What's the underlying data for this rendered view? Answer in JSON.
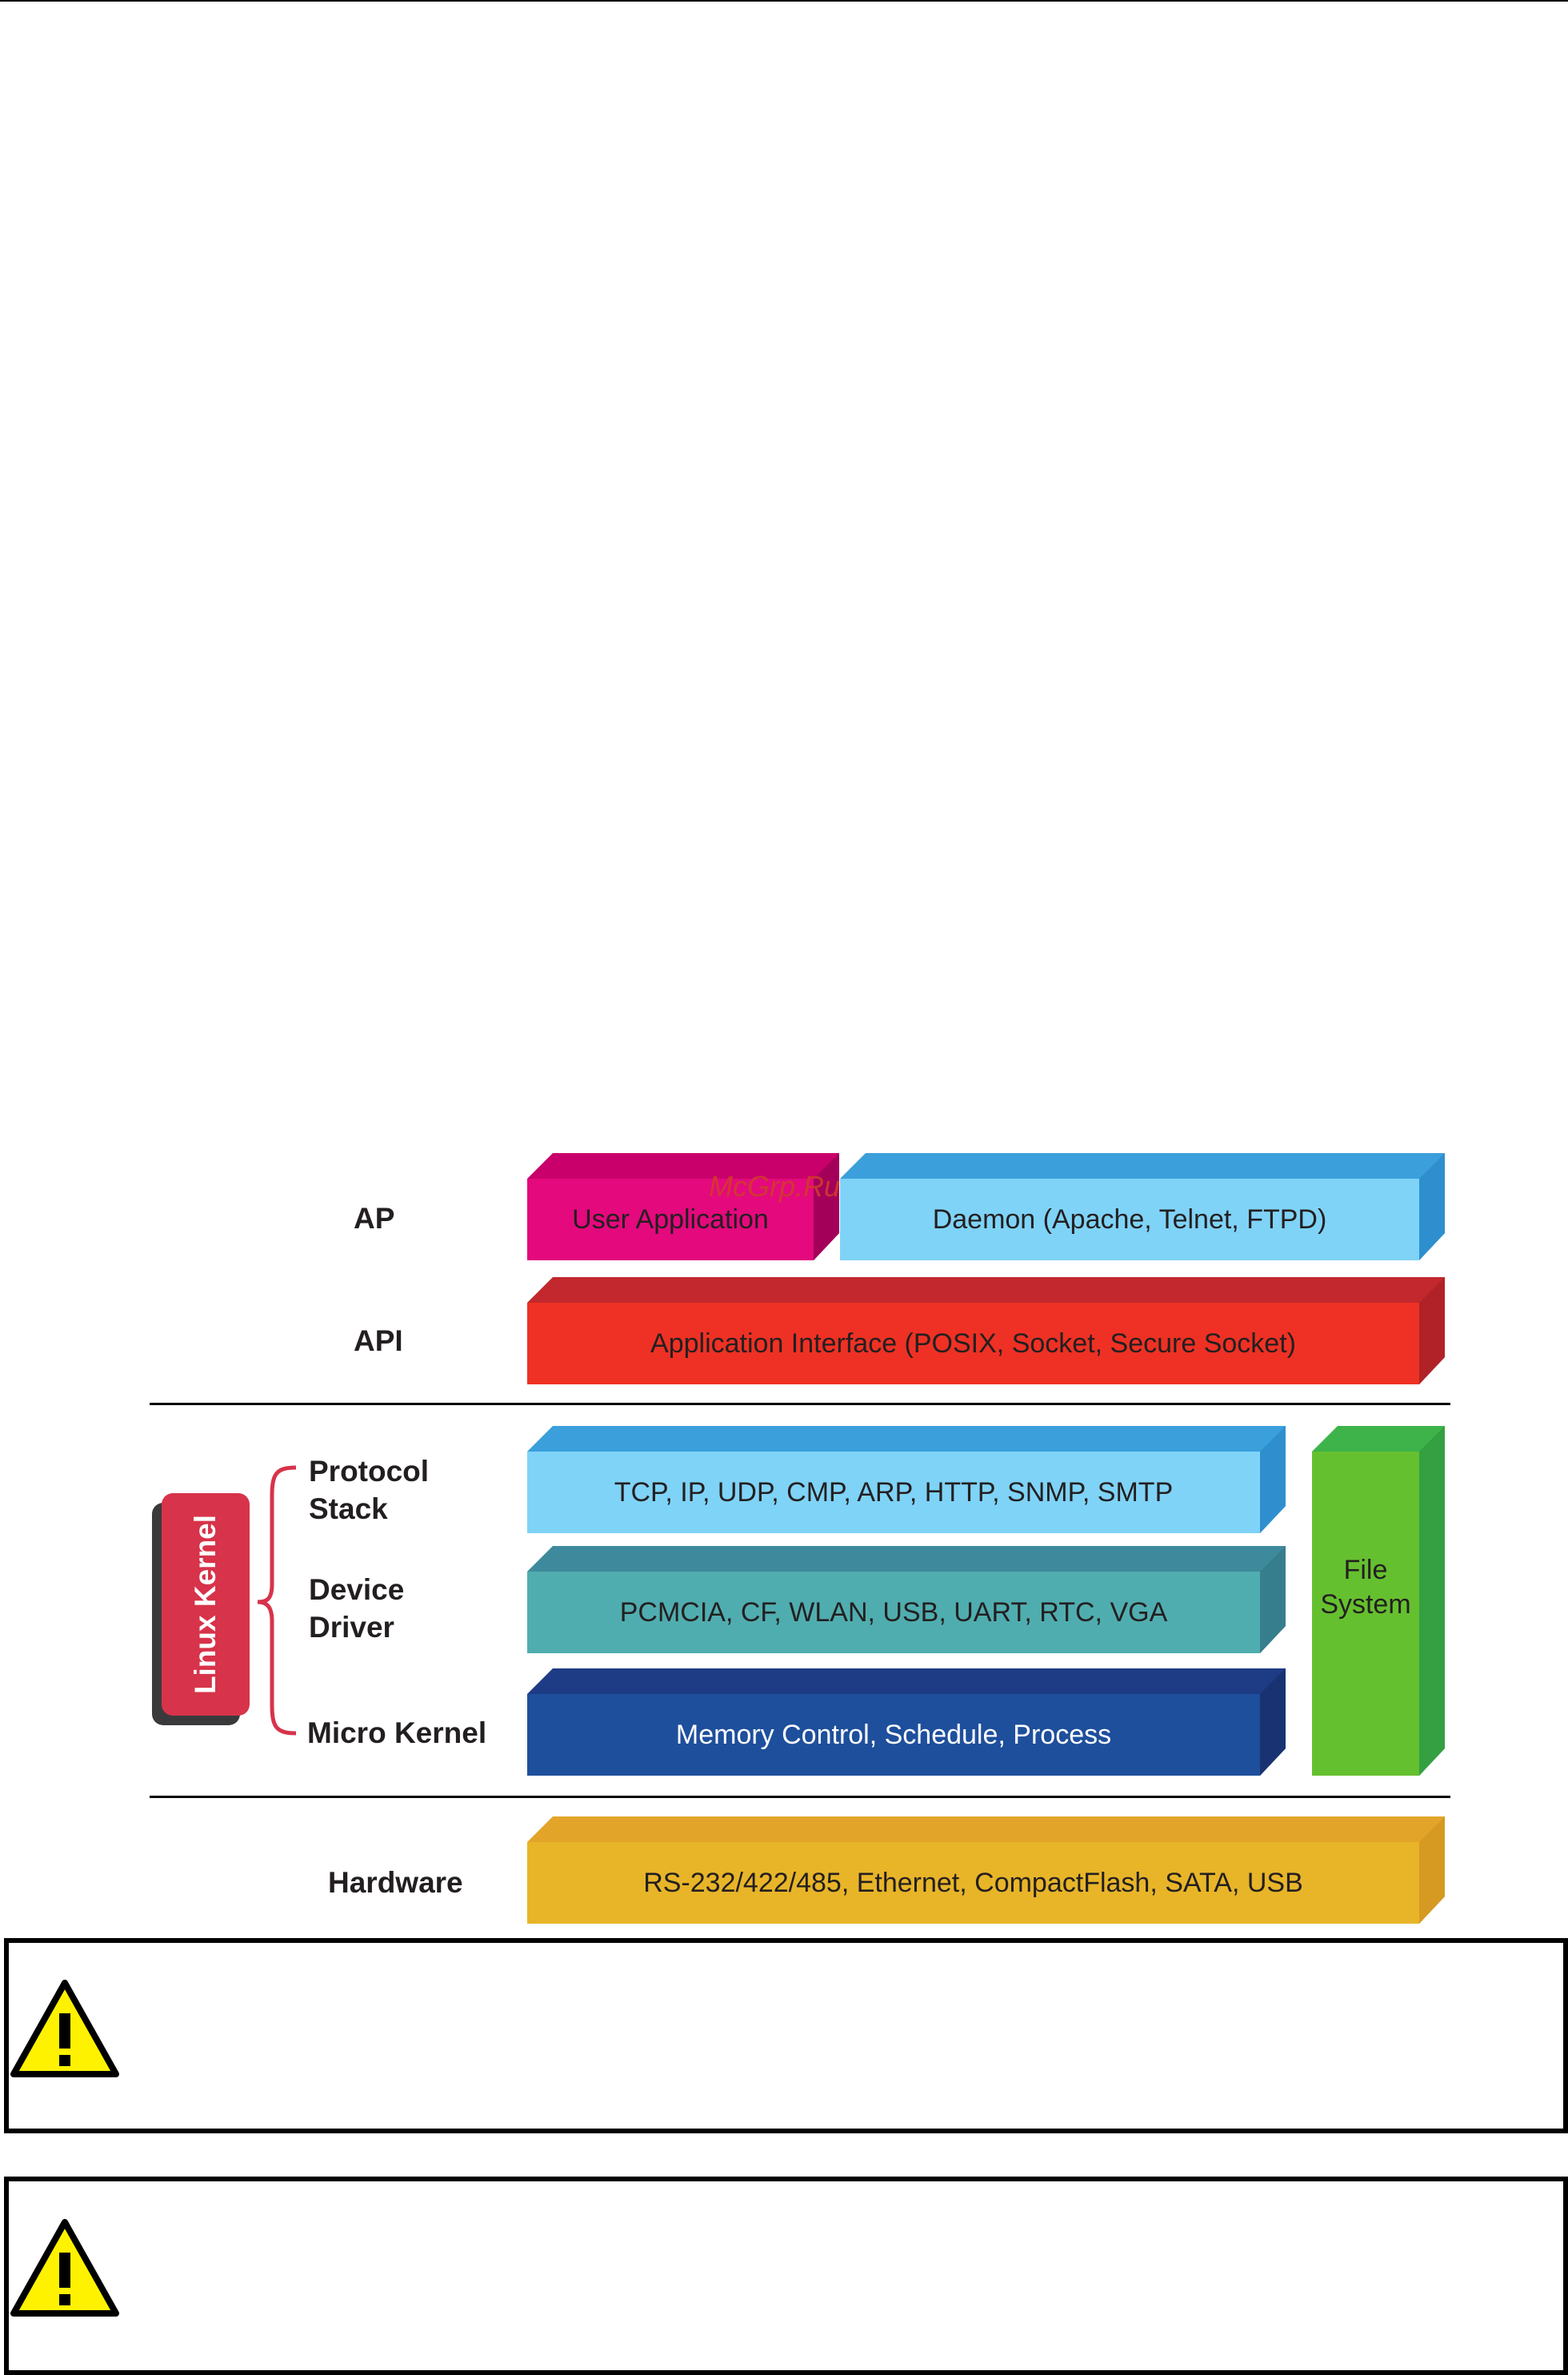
{
  "diagram": {
    "layers": {
      "ap": "AP",
      "api": "API",
      "protocol_stack": "Protocol\nStack",
      "device_driver": "Device\nDriver",
      "micro_kernel": "Micro Kernel",
      "hardware": "Hardware"
    },
    "linux_kernel": "Linux Kernel",
    "blocks": {
      "user_application": "User Application",
      "daemon": "Daemon (Apache, Telnet, FTPD)",
      "application_interface": "Application Interface (POSIX, Socket, Secure Socket)",
      "protocol": "TCP, IP, UDP, CMP, ARP, HTTP, SNMP, SMTP",
      "driver": "PCMCIA, CF, WLAN, USB, UART, RTC, VGA",
      "kernel": "Memory Control, Schedule, Process",
      "file_system": "File\nSystem",
      "hardware": "RS-232/422/485, Ethernet, CompactFlash, SATA, USB"
    },
    "watermark": "McGrp.Ru",
    "colors": {
      "user_app": "#e4097d",
      "daemon": "#7fd3f7",
      "api": "#ee3124",
      "protocol": "#7fd3f7",
      "driver": "#50adaf",
      "kernel": "#1e4f9c",
      "file_system": "#65c02f",
      "hardware": "#e8b529",
      "linux_kernel": "#d7334a",
      "warning": "#fff200"
    }
  },
  "notes": [
    {
      "icon": "warning-icon"
    },
    {
      "icon": "warning-icon"
    }
  ]
}
